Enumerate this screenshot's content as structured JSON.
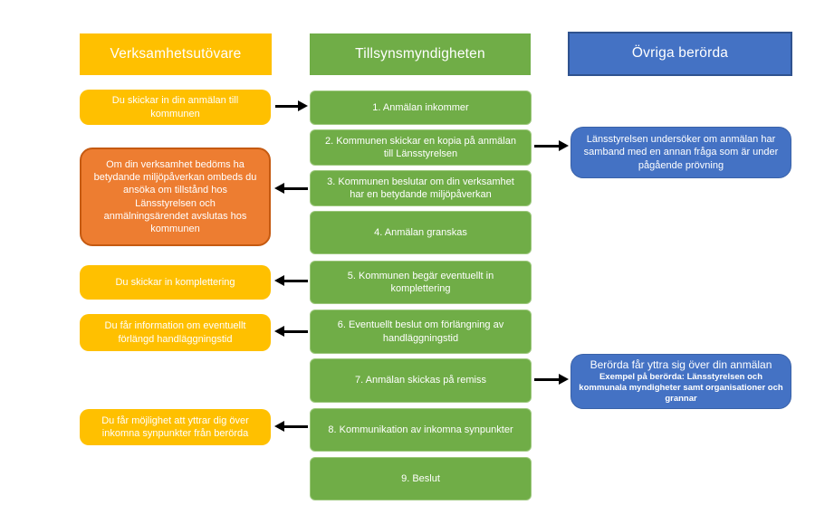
{
  "columns": {
    "operator": {
      "header": "Verksamhetsutövare",
      "boxes": [
        {
          "text": "Du skickar in din anmälan till kommunen"
        },
        {
          "text": "Om din verksamhet bedöms ha betydande miljöpåverkan ombeds du ansöka om tillstånd hos Länsstyrelsen och anmälningsärendet avslutas hos kommunen"
        },
        {
          "text": "Du skickar in komplettering"
        },
        {
          "text": "Du får information om eventuellt förlängd handläggningstid"
        },
        {
          "text": "Du får möjlighet att yttrar dig över inkomna synpunkter från berörda"
        }
      ]
    },
    "authority": {
      "header": "Tillsynsmyndigheten",
      "steps": [
        "1. Anmälan inkommer",
        "2. Kommunen skickar en kopia på anmälan till Länsstyrelsen",
        "3. Kommunen beslutar om din verksamhet har en betydande miljöpåverkan",
        "4. Anmälan granskas",
        "5. Kommunen begär eventuellt in komplettering",
        "6. Eventuellt beslut om förlängning av handläggningstid",
        "7. Anmälan skickas på remiss",
        "8. Kommunikation av inkomna synpunkter",
        "9. Beslut"
      ]
    },
    "others": {
      "header": "Övriga berörda",
      "boxes": [
        {
          "text": "Länsstyrelsen undersöker om anmälan har samband med en annan fråga som är under pågående prövning"
        },
        {
          "title": "Berörda får yttra sig över din anmälan",
          "subtext": "Exempel på berörda: Länsstyrelsen och kommunala myndigheter samt organisationer och grannar"
        }
      ]
    }
  },
  "colors": {
    "yellow": "#FFC000",
    "green": "#70AD47",
    "blue": "#4472C4",
    "blue_border": "#2F528F",
    "orange": "#ED7D31",
    "orange_border": "#C55A11",
    "arrow": "#000000"
  }
}
